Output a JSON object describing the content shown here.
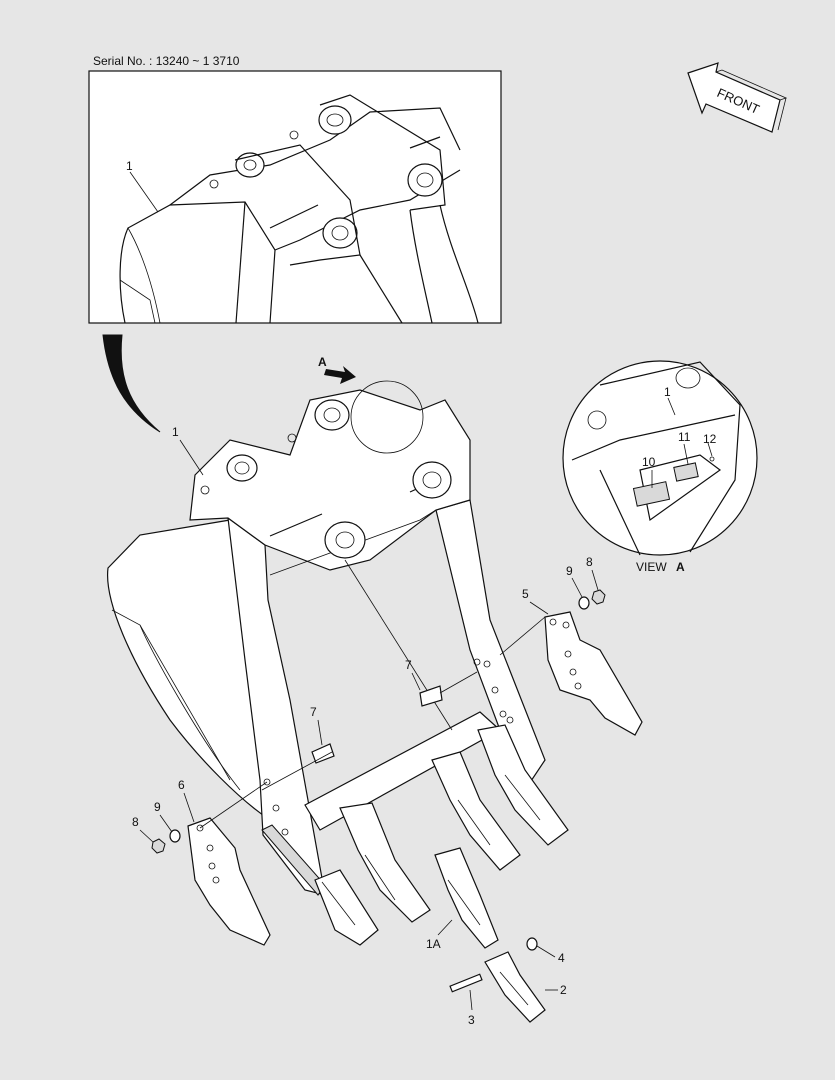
{
  "serial": "Serial No. : 13240 ~ 1 3710",
  "front_label": "FRONT",
  "view_a_arrow_label": "A",
  "view_label": {
    "text": "VIEW",
    "letter": "A"
  },
  "callouts": {
    "inset_1": "1",
    "main_1": "1",
    "c7_upper": "7",
    "c7_lower": "7",
    "c5": "5",
    "c9_right": "9",
    "c8_right": "8",
    "c6": "6",
    "c9_left": "9",
    "c8_left": "8",
    "c1a": "1A",
    "c4": "4",
    "c2": "2",
    "c3": "3",
    "view_1": "1",
    "c11": "11",
    "c12": "12",
    "c10": "10"
  }
}
